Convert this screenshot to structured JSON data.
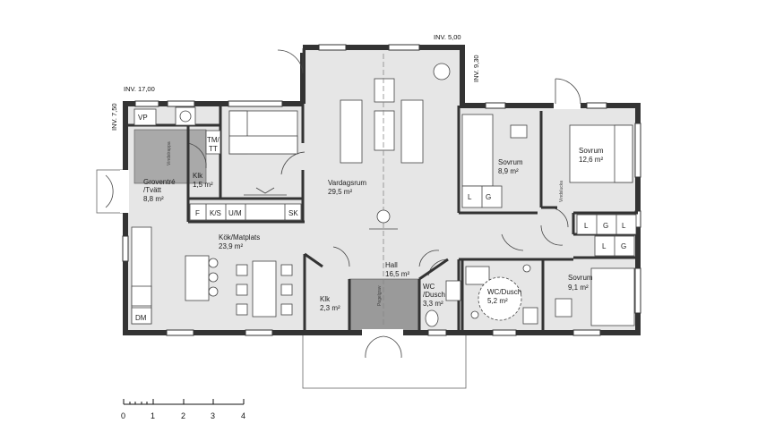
{
  "plan": {
    "inv_labels": {
      "top_right_1": "INV. 5,00",
      "top_right_2": "INV. 9,30",
      "top_left_1": "INV. 17,00",
      "top_left_2": "INV. 7,50"
    },
    "rooms": {
      "vardagsrum": {
        "name": "Vardagsrum",
        "area": "29,5 m²"
      },
      "sovrum_1": {
        "name": "Sovrum",
        "area": "8,9 m²"
      },
      "sovrum_2": {
        "name": "Sovrum",
        "area": "12,6 m²"
      },
      "sovrum_3": {
        "name": "Sovrum",
        "area": "9,1 m²"
      },
      "groventre": {
        "name_1": "Groventré",
        "name_2": "/Tvätt",
        "area": "8,8 m²"
      },
      "klk_1": {
        "name": "Klk",
        "area": "1,5 m²"
      },
      "kok": {
        "name": "Kök/Matplats",
        "area": "23,9 m²"
      },
      "hall": {
        "name": "Hall",
        "area": "16,5 m²"
      },
      "klk_2": {
        "name": "Klk",
        "area": "2,3 m²"
      },
      "wc_dusch_1": {
        "name_1": "WC",
        "name_2": "/Dusch",
        "area": "3,3 m²"
      },
      "wc_dusch_2": {
        "name": "WC/Dusch",
        "area": "5,2 m²"
      }
    },
    "fixtures": {
      "vp": "VP",
      "tm": "TM/",
      "tt": "TT",
      "f": "F",
      "ks": "K/S",
      "um": "U/M",
      "sk": "SK",
      "dm": "DM",
      "l": "L",
      "g": "G",
      "vindstrappa": "Vindstrappa",
      "vindslucka": "Vindslucka",
      "pegel": "Pegelgrav"
    },
    "scale": {
      "ticks": [
        "0",
        "1",
        "2",
        "3",
        "4"
      ]
    }
  }
}
